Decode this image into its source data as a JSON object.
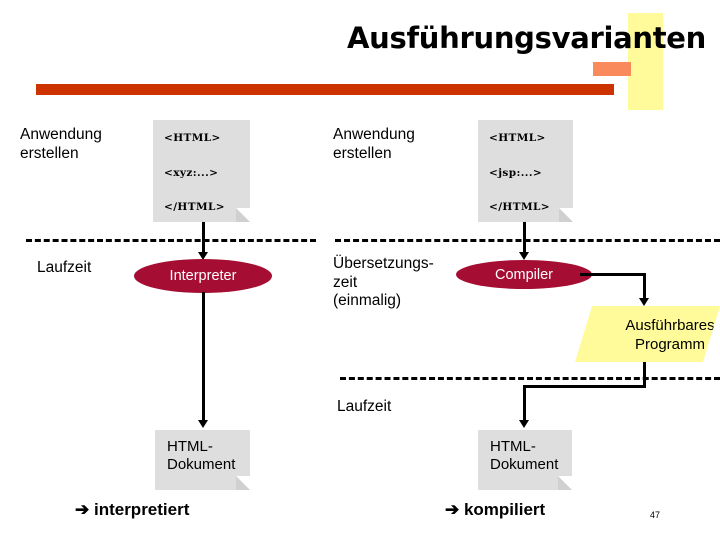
{
  "slide": {
    "title": "Ausführungsvarianten",
    "page_number": "47",
    "colors": {
      "accent_red_bar": "#CC3300",
      "accent_salmon": "#F98A5B",
      "accent_yellow": "#FFFB9B",
      "ellipse_dark_red": "#A50D33",
      "document_gray": "#DEDEDE"
    }
  },
  "left_branch": {
    "phase_create_label": "Anwendung\nerstellen",
    "source_document": {
      "line1": "<HTML>",
      "line2": "<xyz:...>",
      "line3": "</HTML>"
    },
    "phase_runtime_label": "Laufzeit",
    "processor": "Interpreter",
    "output_document": "HTML-\nDokument",
    "conclusion": "➔ interpretiert"
  },
  "right_branch": {
    "phase_create_label": "Anwendung\nerstellen",
    "source_document": {
      "line1": "<HTML>",
      "line2": "<jsp:...>",
      "line3": "</HTML>"
    },
    "phase_compile_label": "Übersetzungs-\nzeit\n(einmalig)",
    "processor": "Compiler",
    "executable": "Ausführbares\nProgramm",
    "phase_runtime_label": "Laufzeit",
    "output_document": "HTML-\nDokument",
    "conclusion": "➔ kompiliert"
  }
}
